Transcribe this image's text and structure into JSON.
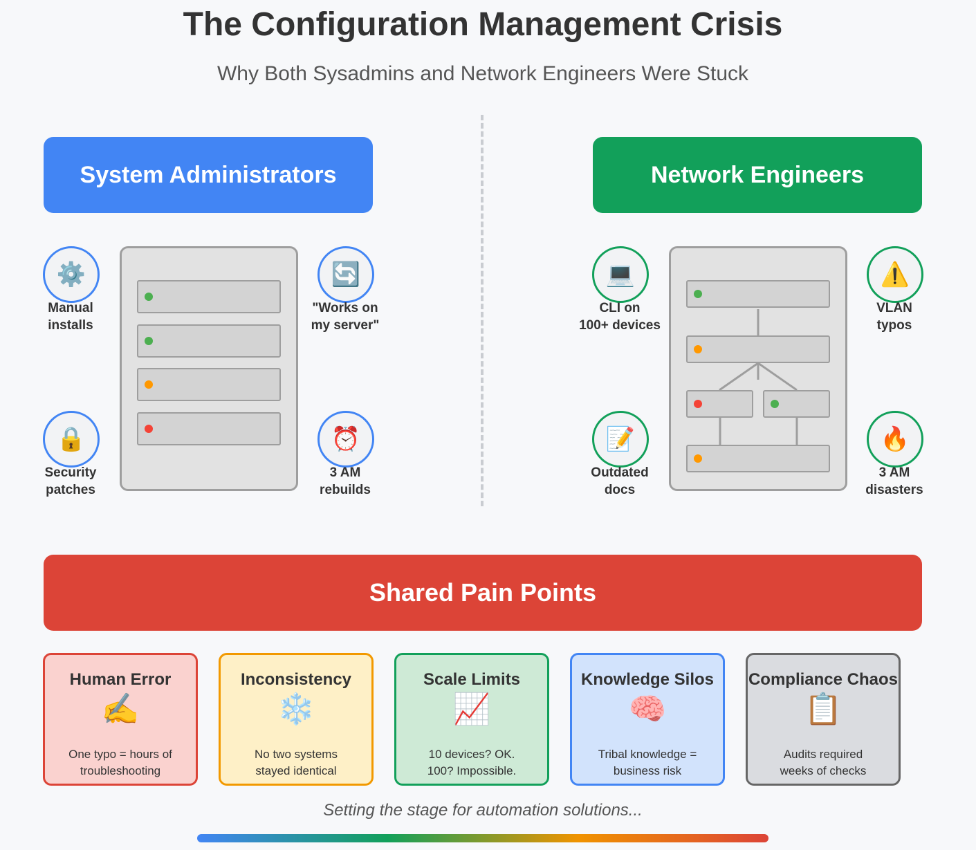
{
  "title": "The Configuration Management Crisis",
  "subtitle": "Why Both Sysadmins and Network Engineers Were Stuck",
  "sysadmins": {
    "heading": "System Administrators",
    "color": "#4285f4",
    "items": [
      {
        "icon": "gear-icon",
        "glyph": "⚙️",
        "line1": "Manual",
        "line2": "installs"
      },
      {
        "icon": "refresh-icon",
        "glyph": "🔄",
        "line1": "\"Works on",
        "line2": "my server\""
      },
      {
        "icon": "lock-icon",
        "glyph": "🔒",
        "line1": "Security",
        "line2": "patches"
      },
      {
        "icon": "alarm-clock-icon",
        "glyph": "⏰",
        "line1": "3 AM",
        "line2": "rebuilds"
      }
    ]
  },
  "network": {
    "heading": "Network Engineers",
    "color": "#12a05a",
    "items": [
      {
        "icon": "laptop-icon",
        "glyph": "💻",
        "line1": "CLI on",
        "line2": "100+ devices"
      },
      {
        "icon": "warning-icon",
        "glyph": "⚠️",
        "line1": "VLAN",
        "line2": "typos"
      },
      {
        "icon": "memo-icon",
        "glyph": "📝",
        "line1": "Outdated",
        "line2": "docs"
      },
      {
        "icon": "fire-icon",
        "glyph": "🔥",
        "line1": "3 AM",
        "line2": "disasters"
      }
    ]
  },
  "shared": {
    "heading": "Shared Pain Points",
    "color": "#dc4437",
    "cards": [
      {
        "title": "Human Error",
        "icon": "writing-hand-icon",
        "glyph": "✍️",
        "desc1": "One typo = hours of",
        "desc2": "troubleshooting",
        "bg": "#fad2cf",
        "border": "#dc4437"
      },
      {
        "title": "Inconsistency",
        "icon": "snowflake-icon",
        "glyph": "❄️",
        "desc1": "No two systems",
        "desc2": "stayed identical",
        "bg": "#fef0c7",
        "border": "#f29900"
      },
      {
        "title": "Scale Limits",
        "icon": "chart-increasing-icon",
        "glyph": "📈",
        "desc1": "10 devices? OK.",
        "desc2": "100? Impossible.",
        "bg": "#ceead6",
        "border": "#12a05a"
      },
      {
        "title": "Knowledge Silos",
        "icon": "brain-icon",
        "glyph": "🧠",
        "desc1": "Tribal knowledge =",
        "desc2": "business risk",
        "bg": "#d2e3fc",
        "border": "#4285f4"
      },
      {
        "title": "Compliance Chaos",
        "icon": "clipboard-icon",
        "glyph": "📋",
        "desc1": "Audits required",
        "desc2": "weeks of checks",
        "bg": "#dadce0",
        "border": "#666666"
      }
    ]
  },
  "footer": "Setting the stage for automation solutions...",
  "status_colors": {
    "green": "#4caf50",
    "orange": "#ff9800",
    "red": "#f44336"
  }
}
